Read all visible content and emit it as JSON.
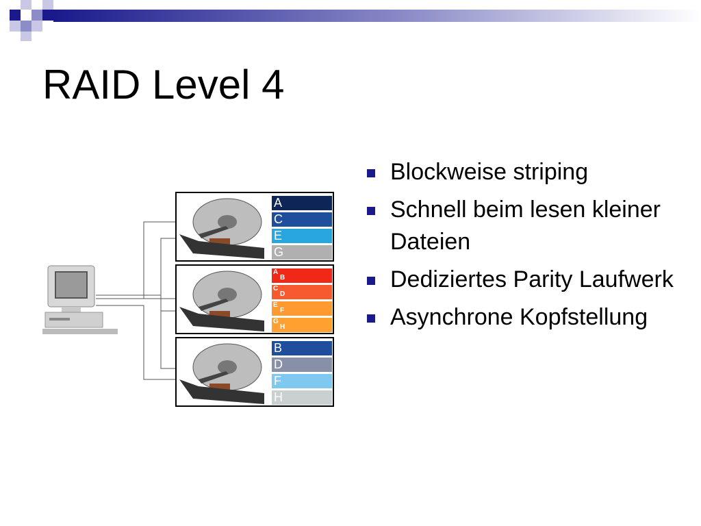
{
  "slide": {
    "title": "RAID Level 4",
    "bullets": [
      "Blockweise striping",
      "Schnell beim lesen kleiner Dateien",
      "Dediziertes Parity Laufwerk",
      "Asynchrone Kopfstellung"
    ],
    "bullet_color": "#1a1a8c",
    "header_colors": [
      "#1a1a8c",
      "#8c8cc8"
    ]
  },
  "diagram": {
    "drives": [
      {
        "role": "data",
        "strips": [
          {
            "label": "A",
            "color": "#0d2657"
          },
          {
            "label": "C",
            "color": "#1f4f9c"
          },
          {
            "label": "E",
            "color": "#29a6e0"
          },
          {
            "label": "G",
            "color": "#b0b0b0"
          }
        ]
      },
      {
        "role": "parity",
        "strips": [
          {
            "label_a": "A",
            "label_b": "B",
            "color": "#f02818"
          },
          {
            "label_a": "C",
            "label_b": "D",
            "color": "#f85a30"
          },
          {
            "label_a": "E",
            "label_b": "F",
            "color": "#ff9a30"
          },
          {
            "label_a": "G",
            "label_b": "H",
            "color": "#ffa030"
          }
        ]
      },
      {
        "role": "data",
        "strips": [
          {
            "label": "B",
            "color": "#1f4f9c"
          },
          {
            "label": "D",
            "color": "#8890a8"
          },
          {
            "label": "F",
            "color": "#7fc8f0"
          },
          {
            "label": "H",
            "color": "#c8d0d0"
          }
        ]
      }
    ]
  }
}
